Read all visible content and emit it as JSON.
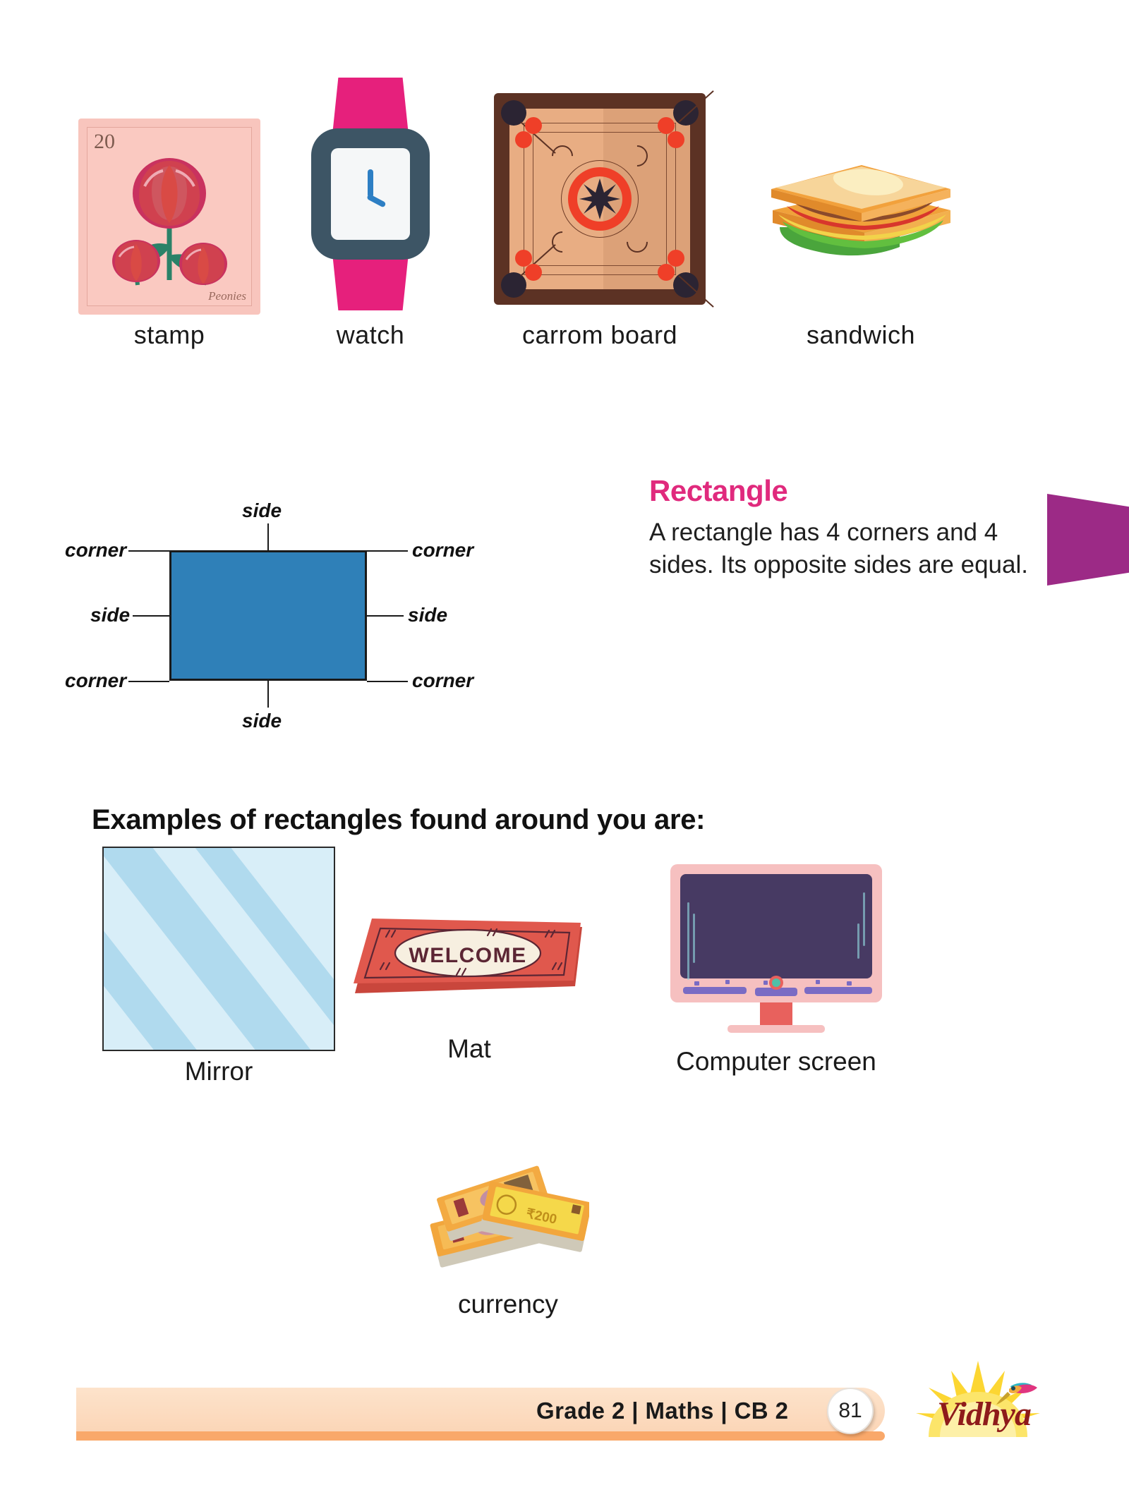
{
  "page": {
    "number": "81",
    "footer_text": "Grade 2 | Maths | CB 2",
    "logo_text": "Vidhya"
  },
  "top_examples": {
    "items": [
      {
        "label": "stamp",
        "icon": "postage-stamp-icon",
        "stamp_value": "20",
        "stamp_caption": "Peonies"
      },
      {
        "label": "watch",
        "icon": "wristwatch-icon"
      },
      {
        "label": "carrom board",
        "icon": "carrom-board-icon"
      },
      {
        "label": "sandwich",
        "icon": "sandwich-icon"
      }
    ]
  },
  "diagram": {
    "shape": "rectangle",
    "fill_color": "#2f80b8",
    "labels": {
      "top_side": "side",
      "bottom_side": "side",
      "left_side": "side",
      "right_side": "side",
      "top_left_corner": "corner",
      "top_right_corner": "corner",
      "bottom_left_corner": "corner",
      "bottom_right_corner": "corner"
    }
  },
  "definition": {
    "title": "Rectangle",
    "title_color": "#e02a7d",
    "body": "A rectangle has 4 corners and 4 sides. Its opposite sides are equal."
  },
  "examples": {
    "heading": "Examples of rectangles found around you are:",
    "items": [
      {
        "label": "Mirror",
        "icon": "mirror-icon"
      },
      {
        "label": "Mat",
        "icon": "welcome-mat-icon",
        "mat_text": "WELCOME"
      },
      {
        "label": "Computer screen",
        "icon": "computer-monitor-icon"
      },
      {
        "label": "currency",
        "icon": "banknotes-icon",
        "note_value": "200"
      }
    ]
  }
}
